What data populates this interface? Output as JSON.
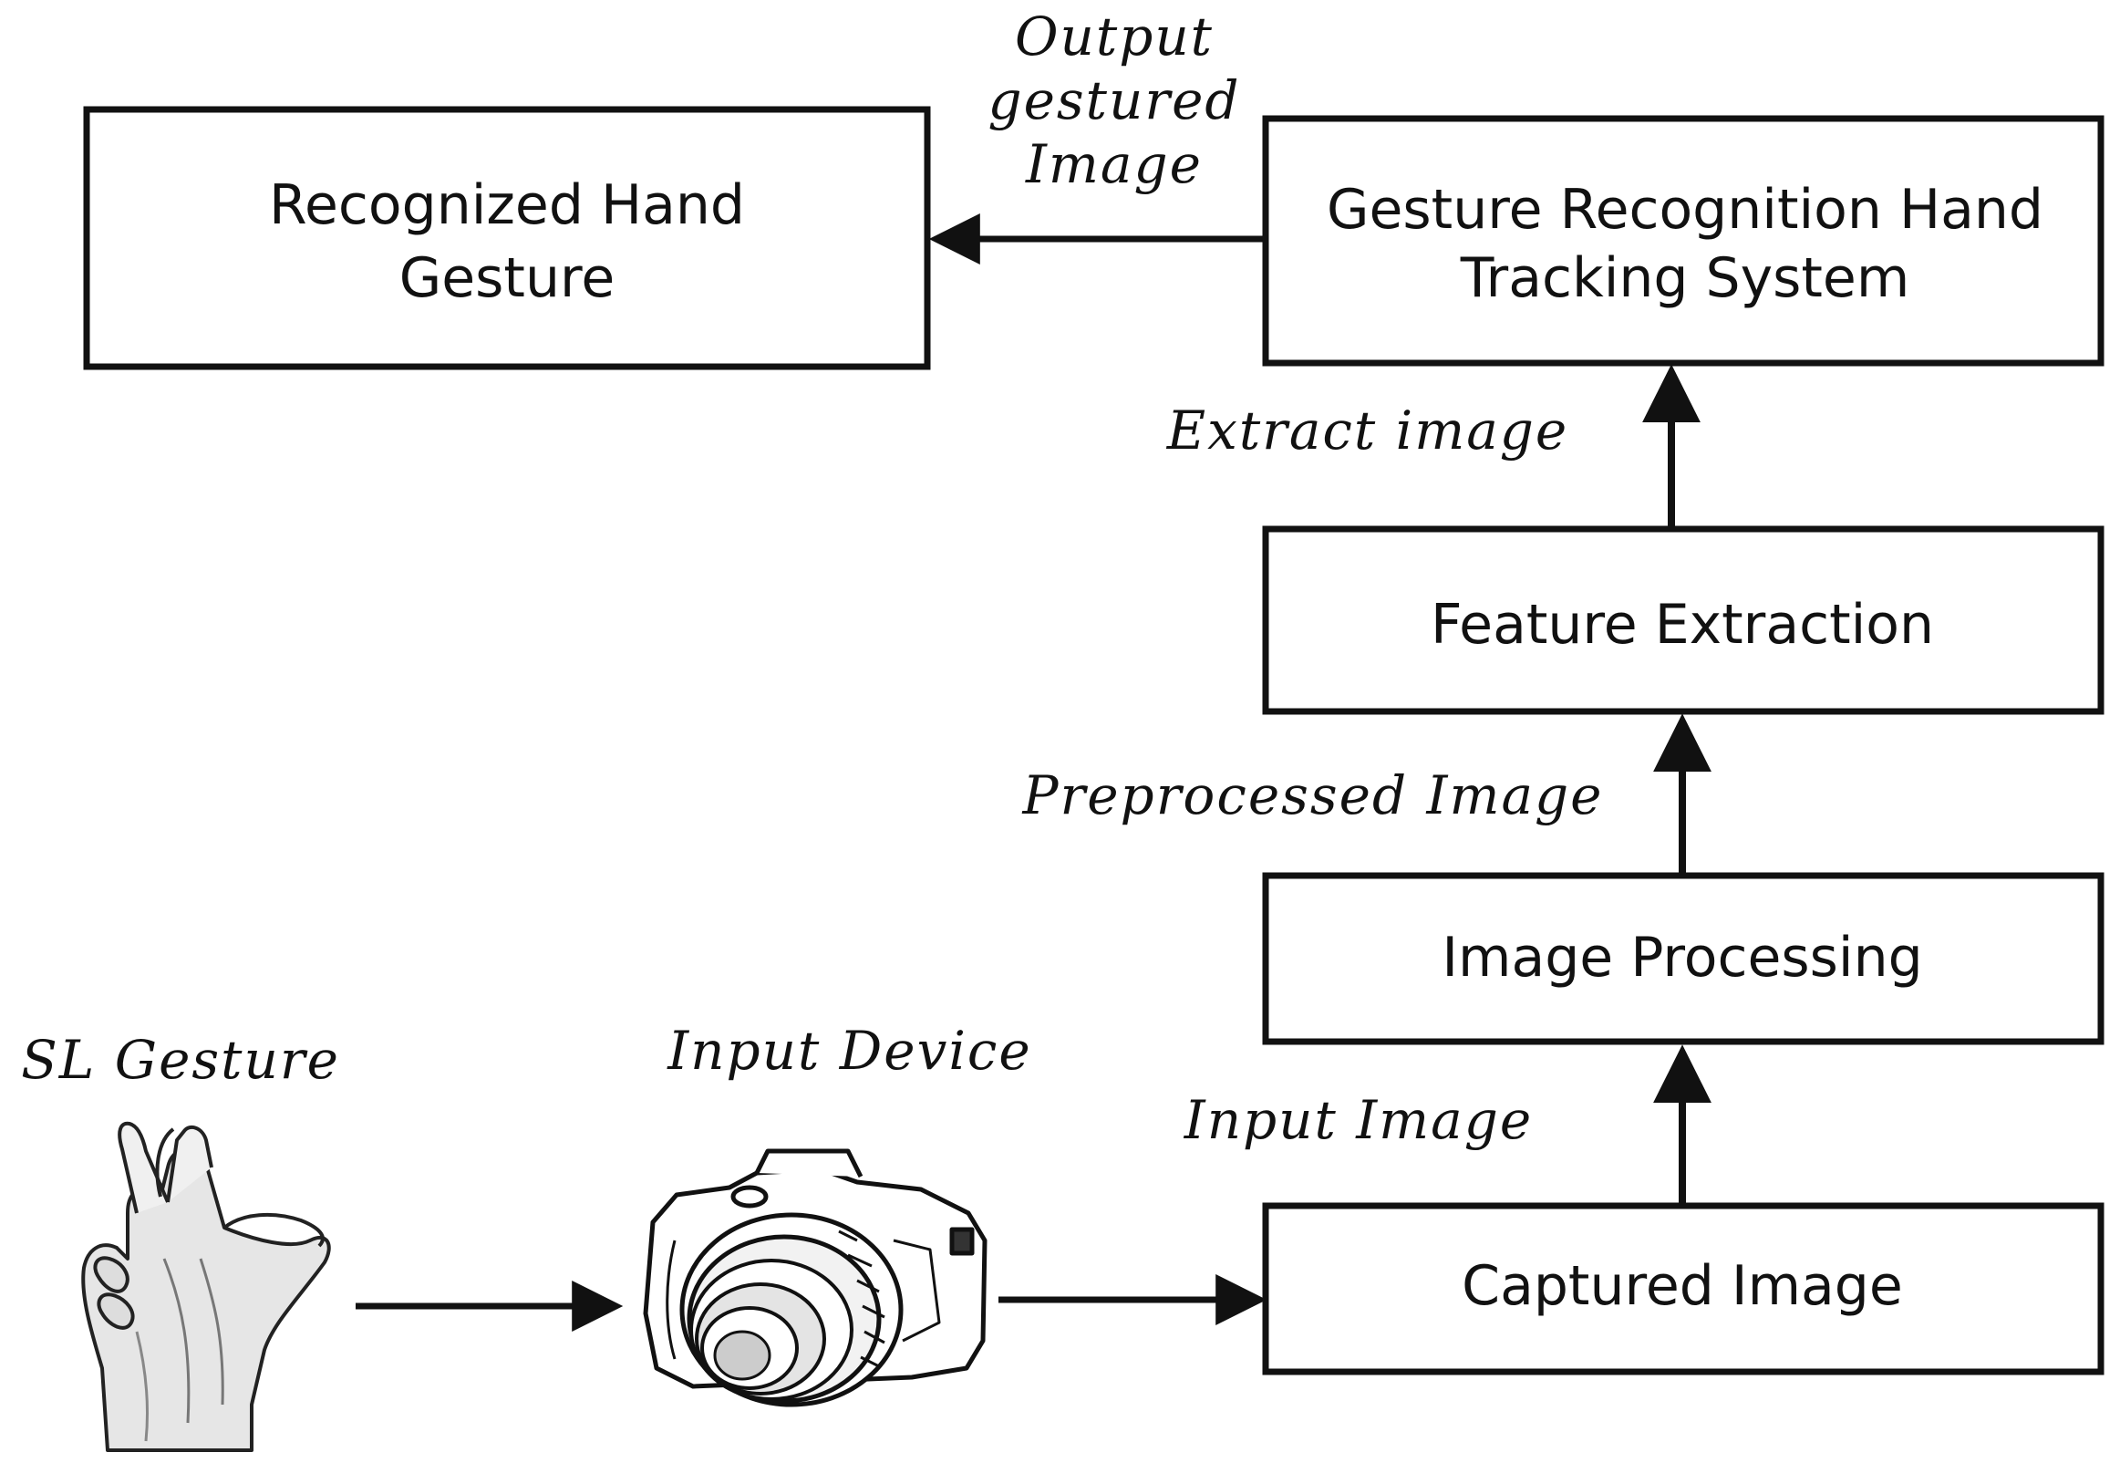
{
  "boxes": {
    "recognized_gesture": {
      "line1": "Recognized Hand",
      "line2": "Gesture"
    },
    "gesture_recognition": {
      "line1": "Gesture Recognition Hand",
      "line2": "Tracking System"
    },
    "feature_extraction": {
      "label": "Feature Extraction"
    },
    "image_processing": {
      "label": "Image Processing"
    },
    "captured_image": {
      "label": "Captured Image"
    }
  },
  "edge_labels": {
    "output_line1": "Output",
    "output_line2": "gestured",
    "output_line3": "Image",
    "extract_image": "Extract image",
    "preprocessed_image": "Preprocessed Image",
    "input_image": "Input Image"
  },
  "illustrations": {
    "sl_gesture": "SL Gesture",
    "input_device": "Input Device",
    "hand_icon": "hand-gesture-icon",
    "camera_icon": "camera-icon"
  },
  "colors": {
    "stroke": "#111111",
    "background": "#ffffff"
  }
}
